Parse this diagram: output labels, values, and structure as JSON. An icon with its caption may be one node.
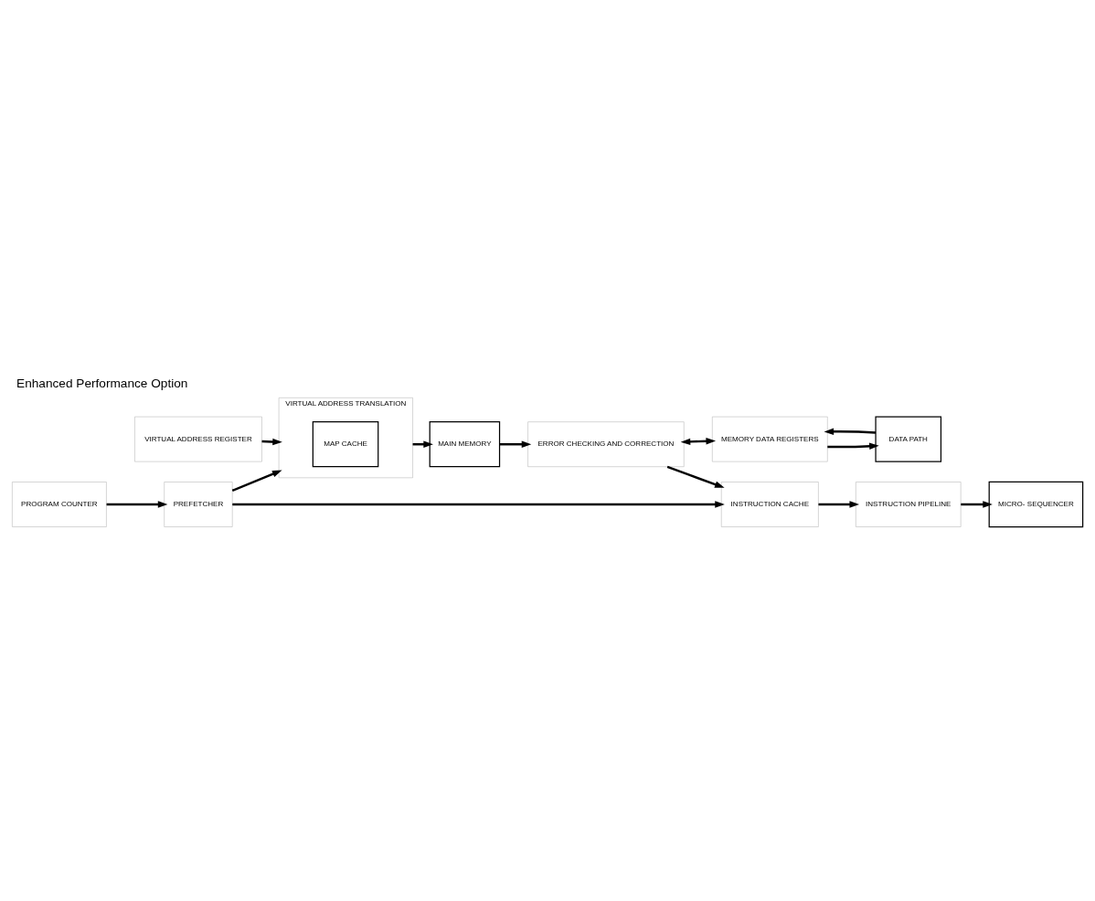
{
  "diagram": {
    "title": "Enhanced Performance Option",
    "nodes": [
      {
        "text": [
          "MAIN MEMORY"
        ]
      },
      {
        "text": [
          "VIRTUAL ADDRESS TRANSLATION"
        ]
      },
      {
        "text": [
          "MAP CACHE"
        ],
        "in": 1
      },
      {
        "text": [
          "PREFETCHER"
        ]
      },
      {
        "text": [
          "PROGRAM COUNTER"
        ]
      },
      {
        "text": [
          "VIRTUAL ADDRESS REGISTER"
        ]
      },
      {
        "text": [
          "INSTRUCTION CACHE"
        ]
      },
      {
        "text": [
          "INSTRUCTION PIPELINE"
        ]
      },
      {
        "text": [
          "MICRO- SEQUENCER"
        ]
      },
      {
        "text": [
          "ERROR CHECKING AND CORRECTION"
        ]
      },
      {
        "text": [
          "MEMORY DATA REGISTERS"
        ]
      },
      {
        "text": [
          "DATA PATH"
        ]
      }
    ],
    "edges": [
      {
        "from": 4,
        "to": 3,
        "arrow": "to"
      },
      {
        "from": 3,
        "to": 1,
        "arrow": "to"
      },
      {
        "from": 5,
        "to": 1,
        "arrow": "to"
      },
      {
        "from": 1,
        "to": 0,
        "arrow": "to"
      },
      {
        "from": 3,
        "to": 6,
        "arrow": "to"
      },
      {
        "from": 0,
        "to": 9,
        "arrow": "to"
      },
      {
        "from": 9,
        "to": 6,
        "arrow": "to"
      },
      {
        "from": 9,
        "to": 10,
        "arrow": "both"
      },
      {
        "from": 6,
        "to": 7,
        "arrow": "to"
      },
      {
        "from": 7,
        "to": 8,
        "arrow": "to"
      },
      {
        "from": 10,
        "to": 11,
        "arrow": "to"
      },
      {
        "from": 11,
        "to": 10,
        "arrow": "to"
      }
    ]
  }
}
